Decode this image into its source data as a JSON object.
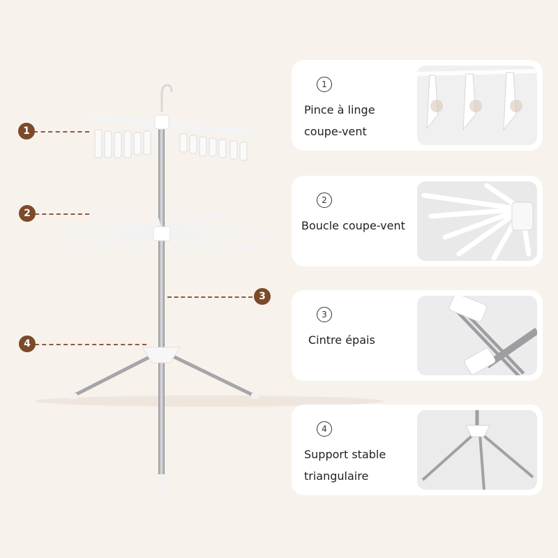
{
  "markers": [
    "1",
    "2",
    "3",
    "4"
  ],
  "features": [
    {
      "number": "1",
      "lines": [
        "Pince à linge",
        "coupe-vent"
      ],
      "thumb_icon": "clothespin-closeup-icon"
    },
    {
      "number": "2",
      "lines": [
        "Boucle coupe-vent"
      ],
      "thumb_icon": "hanging-arms-closeup-icon"
    },
    {
      "number": "3",
      "lines": [
        "Cintre épais"
      ],
      "thumb_icon": "steel-pole-closeup-icon"
    },
    {
      "number": "4",
      "lines": [
        "Support stable",
        "triangulaire"
      ],
      "thumb_icon": "tripod-base-closeup-icon"
    }
  ],
  "colors": {
    "background": "#f8f2ec",
    "marker": "#7a4a2a",
    "leader": "#8b5a3c",
    "card": "#ffffff",
    "pole": "#a9a9ad",
    "plastic": "#ffffff"
  }
}
